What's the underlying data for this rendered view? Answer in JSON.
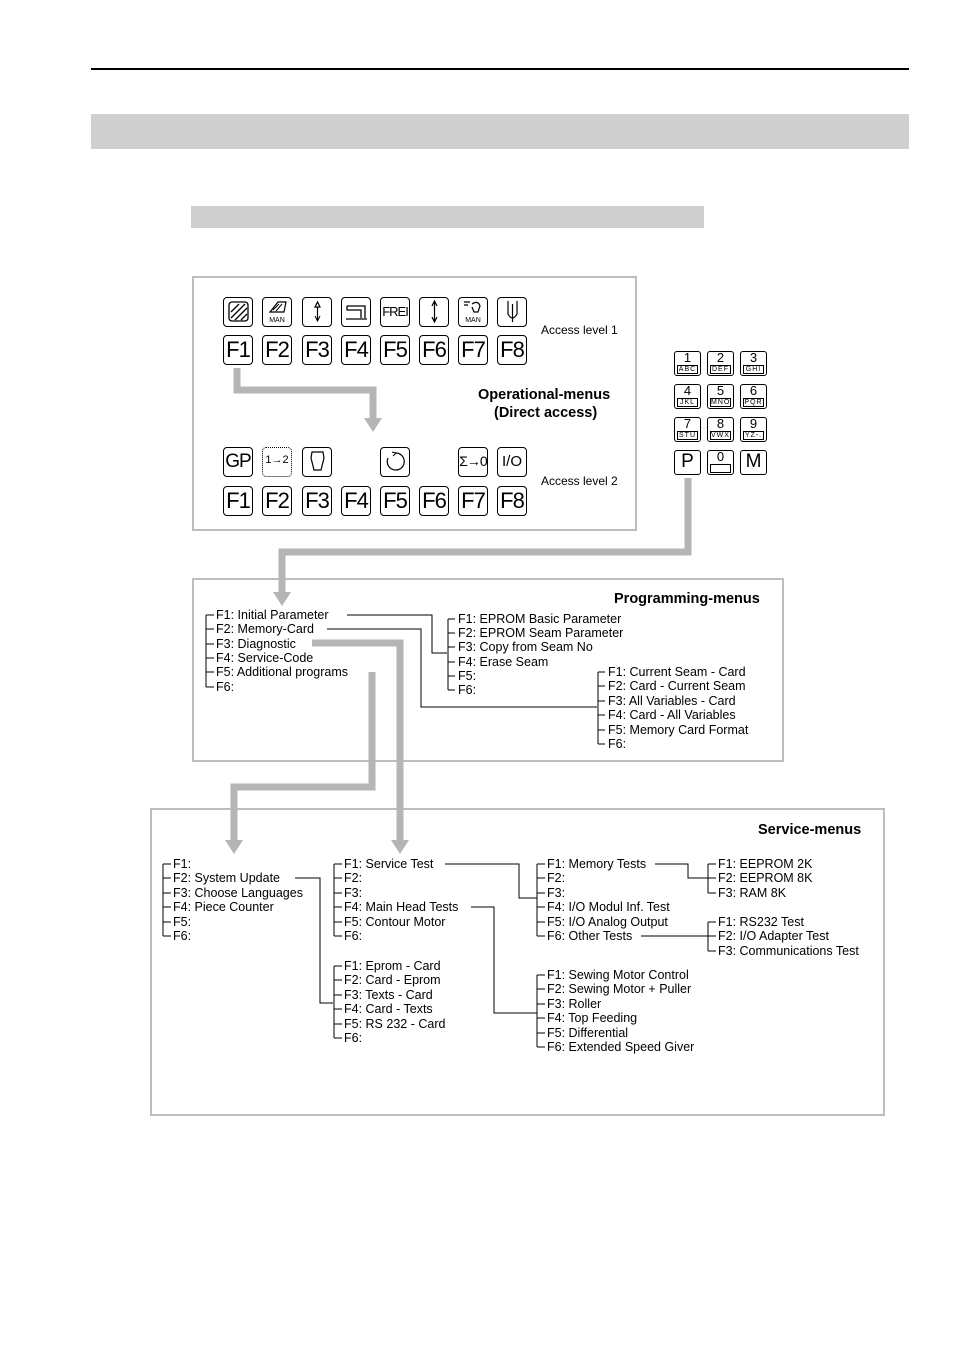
{
  "operational": {
    "access_level_1": "Access level 1",
    "access_level_2": "Access level 2",
    "title_line1": "Operational-menus",
    "title_line2": "(Direct access)",
    "fkeys": [
      "F1",
      "F2",
      "F3",
      "F4",
      "F5",
      "F6",
      "F7",
      "F8"
    ],
    "row1_icons": [
      "hatched-box-icon",
      "man-foot-icon",
      "needle-up-icon",
      "sewing-machine-icon",
      "FREI",
      "needle-updown-icon",
      "man-hand-icon",
      "needle-thread-icon"
    ],
    "frei_label": "FREI",
    "man_label": "MAN",
    "row2_icons": {
      "gp": "GP",
      "f2": "1→2",
      "f7": "Σ→0",
      "f8": "I/O"
    }
  },
  "keypad": {
    "keys": [
      {
        "num": "1",
        "sub": "ABC"
      },
      {
        "num": "2",
        "sub": "DEF"
      },
      {
        "num": "3",
        "sub": "GHI"
      },
      {
        "num": "4",
        "sub": "JKL"
      },
      {
        "num": "5",
        "sub": "MNO"
      },
      {
        "num": "6",
        "sub": "PQR"
      },
      {
        "num": "7",
        "sub": "STU"
      },
      {
        "num": "8",
        "sub": "VWX"
      },
      {
        "num": "9",
        "sub": "YZ-."
      }
    ],
    "p": "P",
    "zero": "0",
    "m": "M"
  },
  "programming": {
    "title": "Programming-menus",
    "main": [
      "F1: Initial Parameter",
      "F2: Memory-Card",
      "F3: Diagnostic",
      "F4: Service-Code",
      "F5: Additional programs",
      "F6:"
    ],
    "eprom": [
      "F1: EPROM Basic Parameter",
      "F2: EPROM Seam Parameter",
      "F3: Copy from Seam No",
      "F4: Erase Seam",
      "F5:",
      "F6:"
    ],
    "card": [
      "F1: Current Seam - Card",
      "F2: Card - Current Seam",
      "F3: All Variables - Card",
      "F4: Card - All Variables",
      "F5: Memory Card Format",
      "F6:"
    ]
  },
  "service": {
    "title": "Service-menus",
    "additional": [
      "F1:",
      "F2: System Update",
      "F3: Choose Languages",
      "F4: Piece Counter",
      "F5:",
      "F6:"
    ],
    "diagnostic": [
      "F1: Service Test",
      "F2:",
      "F3:",
      "F4: Main Head Tests",
      "F5: Contour Motor",
      "F6:"
    ],
    "system_update": [
      "F1: Eprom - Card",
      "F2: Card - Eprom",
      "F3: Texts - Card",
      "F4: Card - Texts",
      "F5: RS 232 - Card",
      "F6:"
    ],
    "service_test": [
      "F1: Memory Tests",
      "F2:",
      "F3:",
      "F4: I/O Modul Inf. Test",
      "F5: I/O Analog Output",
      "F6: Other Tests"
    ],
    "memory_tests": [
      "F1: EEPROM 2K",
      "F2: EEPROM 8K",
      "F3: RAM 8K"
    ],
    "other_tests": [
      "F1: RS232 Test",
      "F2: I/O Adapter Test",
      "F3: Communications Test"
    ],
    "main_head": [
      "F1: Sewing Motor Control",
      "F2: Sewing Motor + Puller",
      "F3: Roller",
      "F4: Top Feeding",
      "F5: Differential",
      "F6: Extended Speed Giver"
    ]
  },
  "colors": {
    "arrow": "#b5b5b5",
    "panel_border": "#bdbdbd",
    "heading_bar": "#cfcfcf"
  }
}
